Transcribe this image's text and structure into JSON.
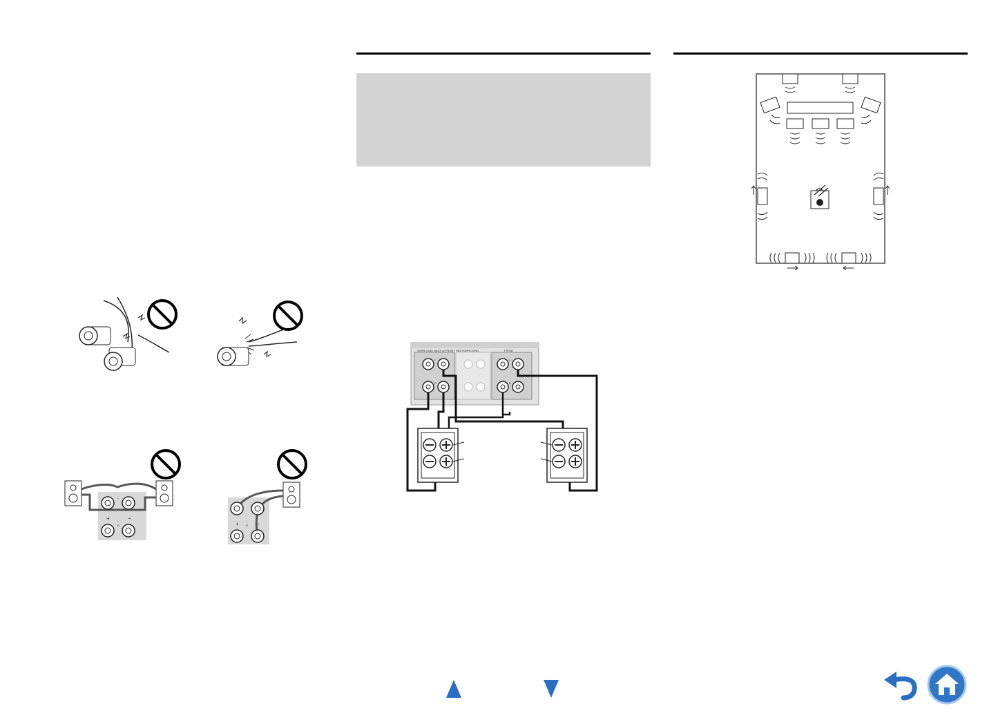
{
  "navigation": {
    "previous_page": "previous-page",
    "next_page": "next-page",
    "return": "return",
    "home": "home"
  },
  "colors": {
    "nav_blue": "#2a6fc4",
    "home_blue": "#2f78c8",
    "shaded_box": "#d3d3d3",
    "panel_grey": "#d8d8d8"
  },
  "terminal_labels": {
    "surround_back": "SURROUND BACK or FRONT HIGH",
    "surround": "SURROUND",
    "front": "FRONT",
    "left": "L",
    "right": "R"
  }
}
